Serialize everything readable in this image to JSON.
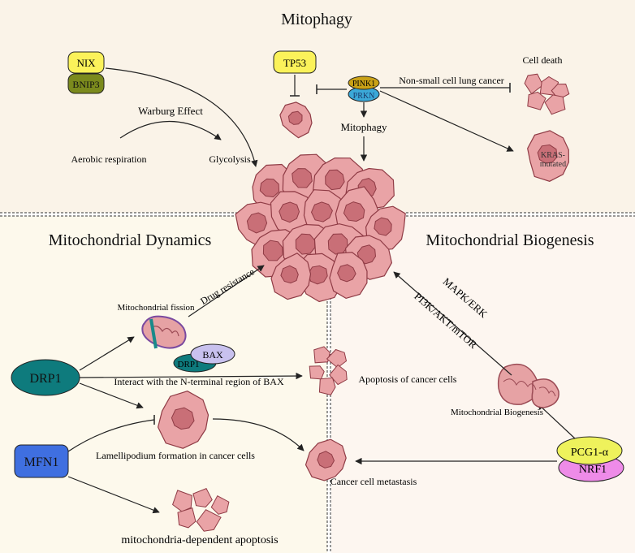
{
  "colors": {
    "top_bg": "#faf3e8",
    "left_bg": "#fdf9ec",
    "right_bg": "#fdf6f0",
    "cell_fill": "#e9a3a6",
    "cell_stroke": "#8f3b45",
    "nucleus_fill": "#c96f77",
    "nix": "#fbf25a",
    "bnip3": "#7b8a1d",
    "tp53": "#fbf25a",
    "pink1": "#c9a116",
    "prkn": "#3ba8d8",
    "drp1": "#0e7b7d",
    "mfn1": "#3f6fe0",
    "bax": "#c8c1ee",
    "pcg1": "#eef25c",
    "nrf1": "#ee8be8"
  },
  "sections": {
    "mitophagy": "Mitophagy",
    "dynamics": "Mitochondrial Dynamics",
    "biogenesis": "Mitochondrial Biogenesis"
  },
  "proteins": {
    "nix": "NIX",
    "bnip3": "BNIP3",
    "tp53": "TP53",
    "pink1": "PINK1",
    "prkn": "PRKN",
    "drp1": "DRP1",
    "drp1_small": "DRP1",
    "bax": "BAX",
    "mfn1": "MFN1",
    "pcg1": "PCG1-α",
    "nrf1": "NRF1"
  },
  "labels": {
    "warburg": "Warburg Effect",
    "aerobic": "Aerobic respiration",
    "glycolysis": "Glycolysis",
    "cell_death": "Cell death",
    "nsclc": "Non-small cell lung cancer",
    "mitophagy_arrow": "Mitophagy",
    "kras_1": "KRAS-",
    "kras_2": "mutated",
    "fission": "Mitochondrial fission",
    "drug_resistance": "Drug resistance",
    "bax_interact": "Interact with the N-terminal region of BAX",
    "apoptosis": "Apoptosis of cancer cells",
    "lamellipodium": "Lamellipodium formation in cancer cells",
    "metastasis": "Cancer cell metastasis",
    "mito_apoptosis": "mitochondria-dependent apoptosis",
    "mapk": "MAPK/ERK",
    "pi3k": "PI3K/AKT/mTOR",
    "mito_biogenesis": "Mitochondrial Biogenesis"
  }
}
